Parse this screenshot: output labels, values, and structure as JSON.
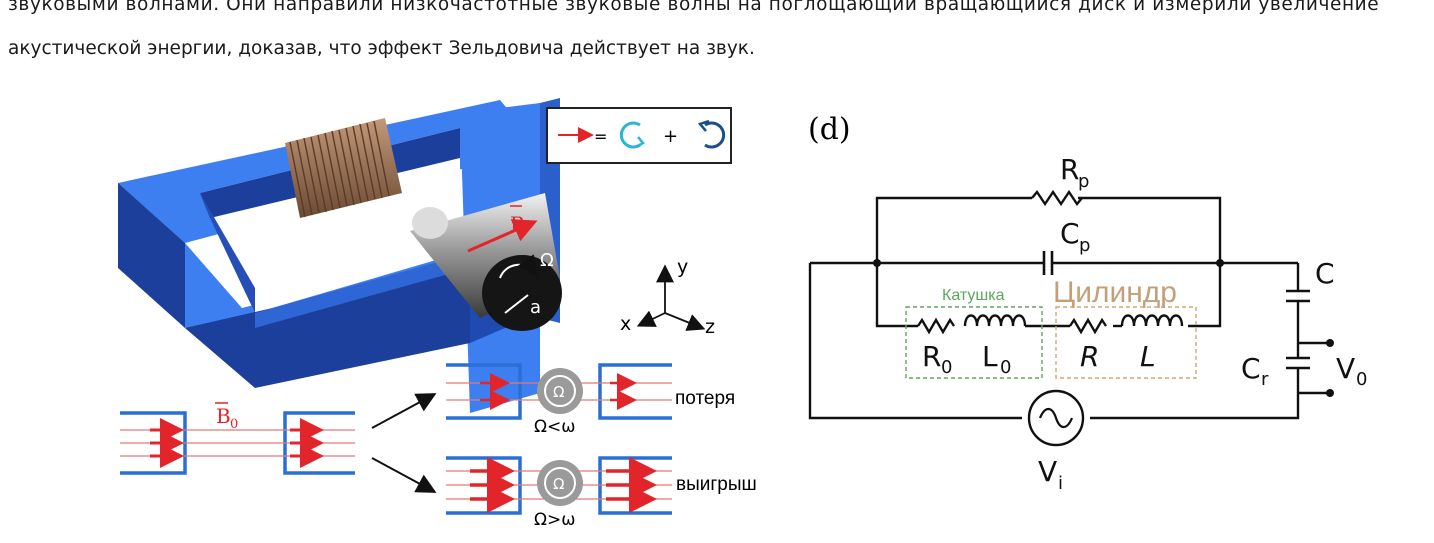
{
  "article": {
    "line1": "звуковыми волнами. Они направили низкочастотные звуковые волны на поглощающий вращающийся диск и измерили увеличение",
    "line2": "акустической энергии, доказав, что эффект Зельдовича действует на звук."
  },
  "left_figure": {
    "field_label": "B",
    "omega": "Ω",
    "radius": "a",
    "axis_x": "x",
    "axis_y": "y",
    "axis_z": "z",
    "legend_plus": "+",
    "legend_eq": "=",
    "b0": "B",
    "b0_sub": "0",
    "loss_word": "потеря",
    "gain_word": "выигрыш",
    "loss_cond": "Ω<ω",
    "gain_cond": "Ω>ω",
    "disk_omega": "Ω",
    "colors": {
      "magnet": "#3d7ef0",
      "magnet_dark": "#1b3f9a",
      "coil": "#a0785a",
      "arrow": "#e2242b",
      "cyan": "#2ab5d6"
    }
  },
  "circuit": {
    "panel": "(d)",
    "rp": "R",
    "rp_sub": "p",
    "cp": "C",
    "cp_sub": "p",
    "coil_label": "Катушка",
    "cyl_label": "Цилиндр",
    "r0": "R",
    "r0_sub": "0",
    "l0": "L",
    "l0_sub": "0",
    "rr": "R",
    "ll": "L",
    "c": "C",
    "cr": "C",
    "cr_sub": "r",
    "v0": "V",
    "v0_sub": "0",
    "vi": "V",
    "vi_sub": "i",
    "colors": {
      "coil_box": "#5aa85a",
      "cyl_box": "#d6a56c",
      "cyl_text": "#c4a078"
    }
  }
}
